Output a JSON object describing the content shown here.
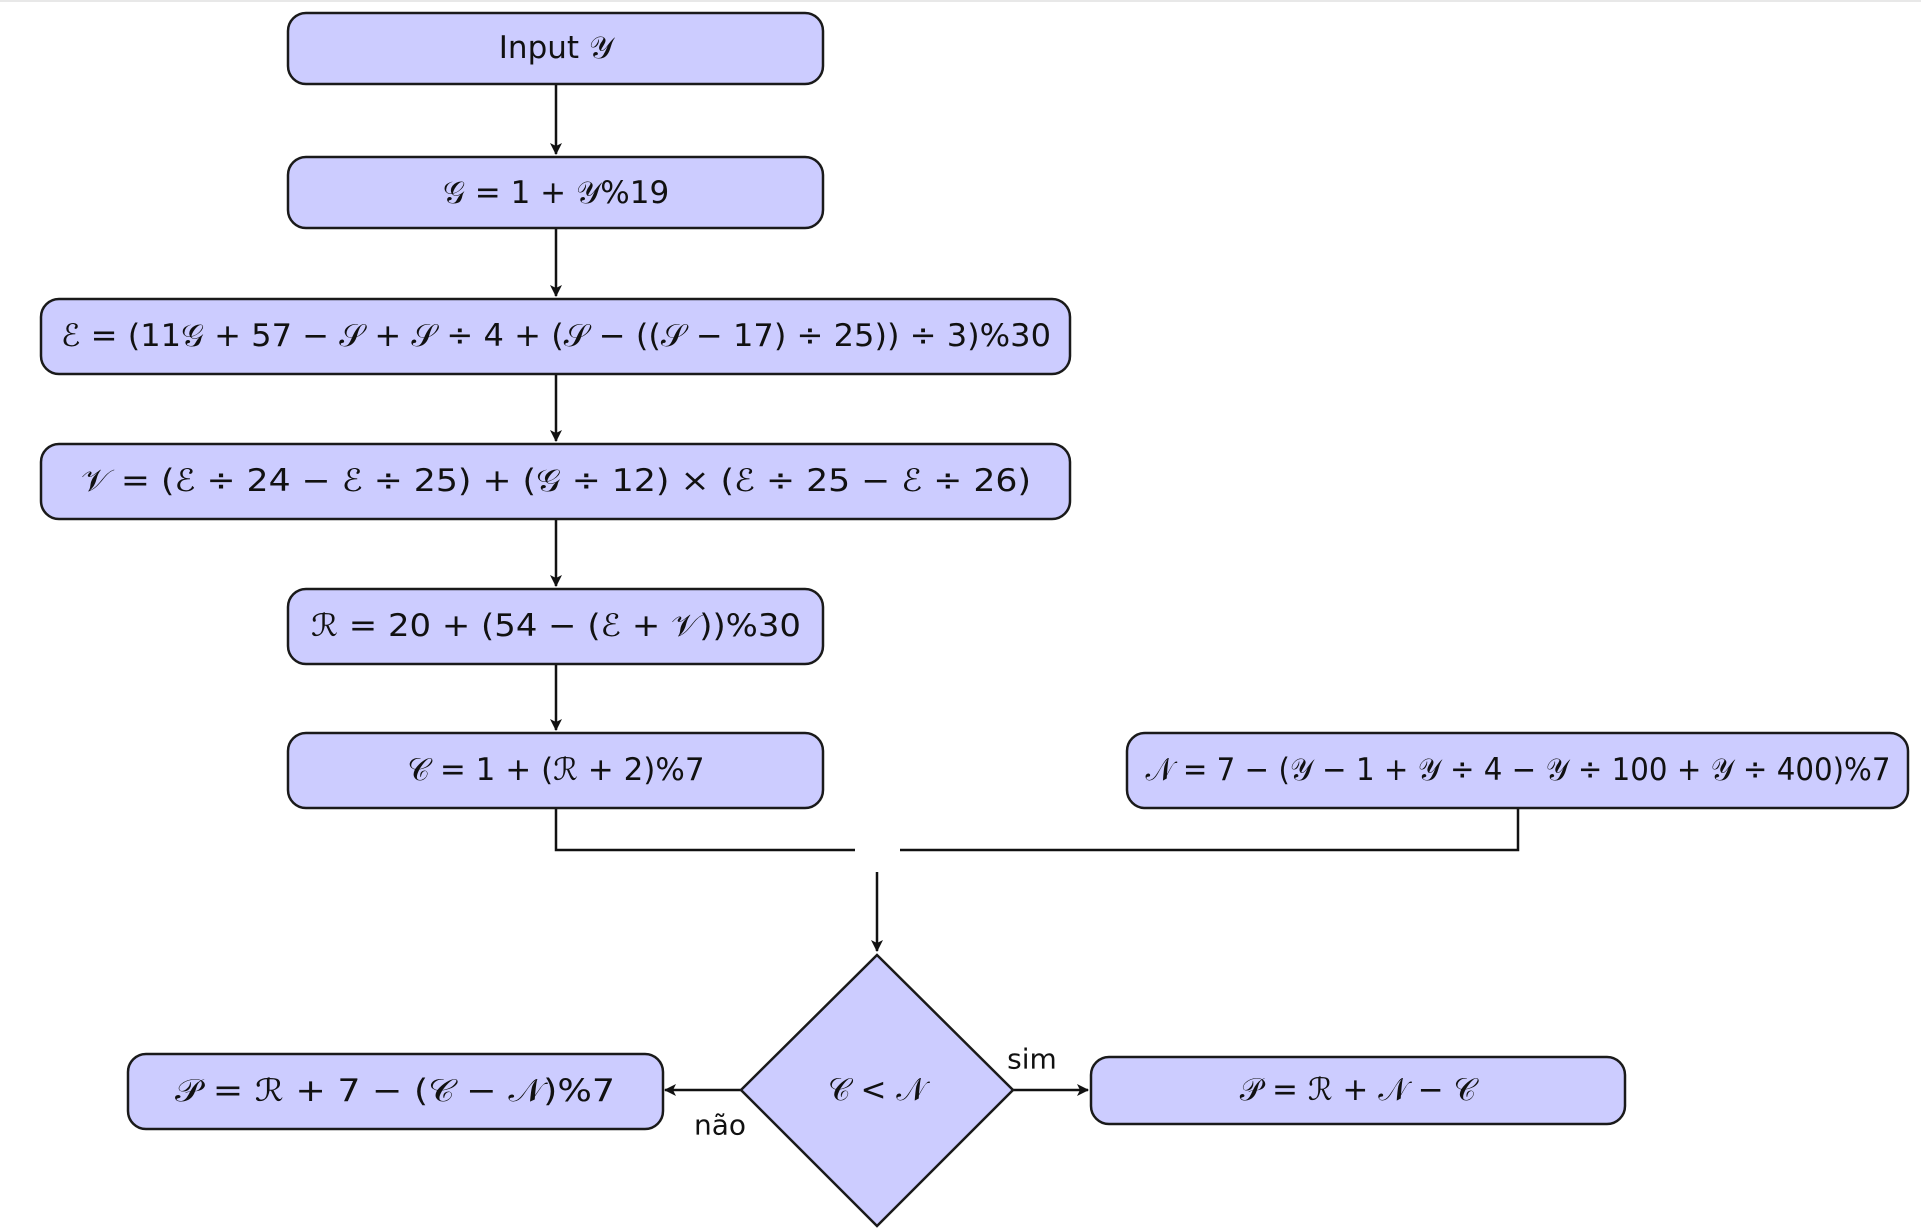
{
  "colors": {
    "node_fill": "#ccccff",
    "node_stroke": "#1a1a1a",
    "edge_stroke": "#111111",
    "text": "#111111"
  },
  "nodes": {
    "input": "Input 𝒴",
    "g": "𝒢 = 1 + 𝒴%19",
    "e": "ℰ = (11𝒢 + 57 − 𝒮 + 𝒮 ÷ 4 + (𝒮 − ((𝒮 − 17) ÷ 25)) ÷ 3)%30",
    "v": "𝒱 = (ℰ ÷ 24 − ℰ ÷ 25) + (𝒢 ÷ 12) × (ℰ ÷ 25 − ℰ ÷ 26)",
    "r": "ℛ = 20 + (54 − (ℰ + 𝒱))%30",
    "c": "𝒞 = 1 + (ℛ + 2)%7",
    "n": "𝒩 = 7 − (𝒴 − 1 + 𝒴 ÷ 4 − 𝒴 ÷ 100 + 𝒴 ÷ 400)%7",
    "decision": "𝒞 < 𝒩",
    "p_no": "𝒫 = ℛ + 7 − (𝒞 − 𝒩)%7",
    "p_yes": "𝒫 = ℛ + 𝒩 − 𝒞"
  },
  "edges": {
    "no_label": "não",
    "yes_label": "sim"
  }
}
